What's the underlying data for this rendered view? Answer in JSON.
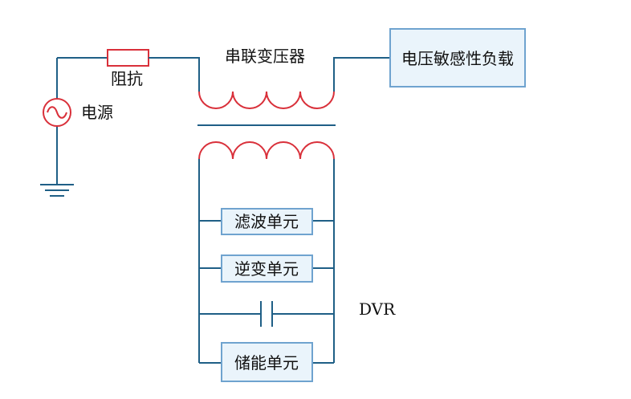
{
  "labels": {
    "impedance": "阻抗",
    "source": "电源",
    "transformer": "串联变压器",
    "load": "电压敏感性负载",
    "filter": "滤波单元",
    "inverter": "逆变单元",
    "storage": "储能单元",
    "dvr": "DVR"
  },
  "icons": {
    "source": "ac-source-icon",
    "ground": "ground-icon",
    "resistor": "impedance-resistor-icon",
    "capacitor": "capacitor-icon",
    "coil": "transformer-coil-icon"
  },
  "colors": {
    "wire": "#1f5f86",
    "component": "#d9303a",
    "box_fill": "#eaf4fb",
    "box_border": "#6fa3cf"
  }
}
